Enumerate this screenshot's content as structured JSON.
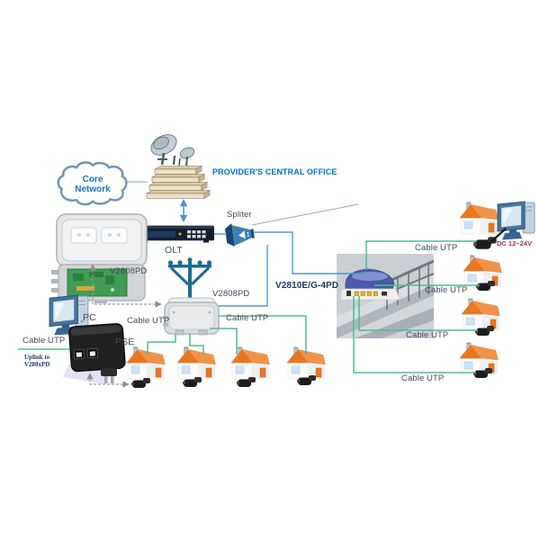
{
  "title": "PROVIDER'S CENTRAL OFFICE",
  "cloud": {
    "line1": "Core",
    "line2": "Network"
  },
  "devices": {
    "olt": "OLT",
    "splitter": "Spliter",
    "enclosure_left": "V2808PD",
    "enclosure_mid": "V2808PD",
    "router": "V2810E/G-4PD",
    "pc": "PC",
    "pse": "PSE"
  },
  "labels": {
    "cable_utp": "Cable UTP",
    "uplink_line1": "Uplink to",
    "uplink_line2": "V280xPD",
    "dc_power": "DC 12~24V"
  },
  "icons": {
    "cloud": "core-network-cloud",
    "building": "satellite-central-office",
    "olt": "olt-rack-switch",
    "splitter": "optical-splitter-horn",
    "enclosure": "outdoor-wall-enclosure",
    "pole": "utility-pole",
    "pc": "crt-monitor-with-tower",
    "pse": "poe-injector",
    "house": "subscriber-house",
    "adapter": "power-adapter",
    "router": "v2810e-router-photo"
  },
  "colors": {
    "title_blue": "#0070C0",
    "label_dark": "#3F4A5A",
    "navy": "#1F3864",
    "green_line": "#4DBE8F",
    "blue_line": "#4A9CC7",
    "house_orange": "#E87722",
    "dc_red": "#9E3B3B"
  }
}
